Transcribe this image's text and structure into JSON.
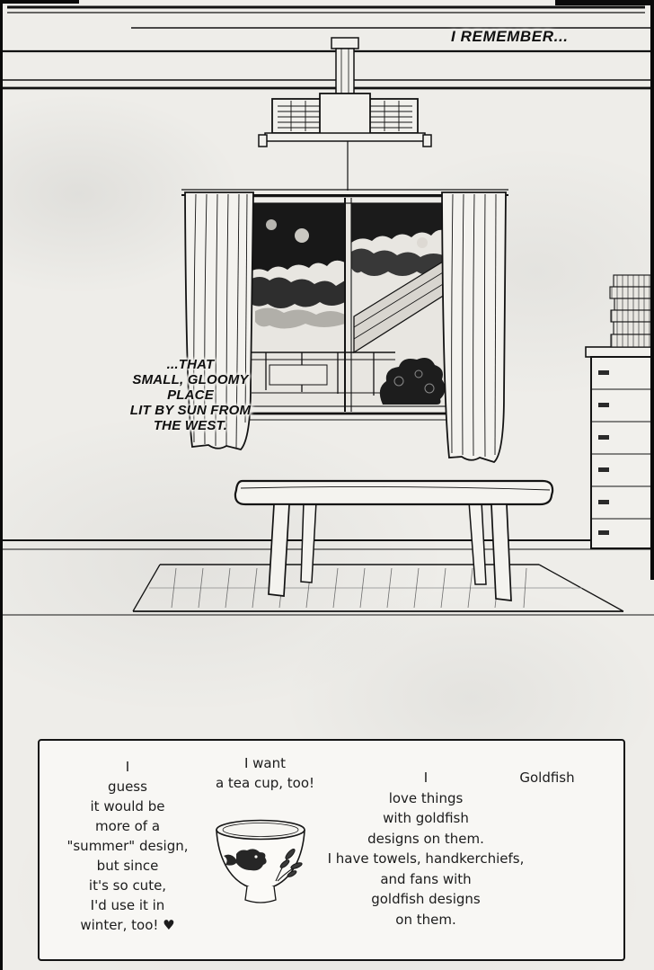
{
  "colors": {
    "ink": "#141414",
    "paper": "#eeede9",
    "panel_bg": "#f8f7f4"
  },
  "captions": {
    "top": "I REMEMBER...",
    "scene_lines": [
      "...THAT",
      "SMALL, GLOOMY",
      "PLACE",
      "LIT BY SUN FROM",
      "THE WEST."
    ]
  },
  "panel": {
    "left_speech": [
      "I",
      "guess",
      "it would be",
      "more of a",
      "\"summer\" design,",
      "but since",
      "it's so cute,",
      "I'd use it in",
      "winter, too! ♥"
    ],
    "middle_speech": [
      "I want",
      "a tea cup, too!"
    ],
    "right_speech": [
      "I",
      "love things",
      "with goldfish",
      "designs on them.",
      "I have towels, handkerchiefs,",
      "and fans with",
      "goldfish designs",
      "on them."
    ],
    "corner_label": "Goldfish"
  },
  "illustrations": {
    "scene": [
      "speed-lines",
      "ceiling-lamp",
      "window-with-curtains",
      "storm-clouds",
      "neighbor-roof",
      "veranda",
      "bush",
      "bench",
      "tatami-floor",
      "chest-of-drawers",
      "book-stack"
    ],
    "panel": [
      "tea-bowl",
      "goldfish-design",
      "plant-sprig"
    ]
  }
}
